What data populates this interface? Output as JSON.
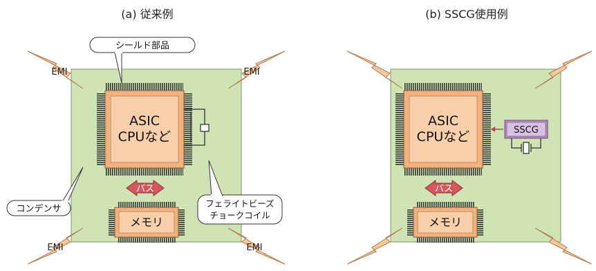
{
  "panel_a": {
    "title": "(a) 従来例",
    "shield_label": "シールド部品",
    "cpu_line1": "ASIC",
    "cpu_line2": "CPUなど",
    "bus_label": "バス",
    "memory_label": "メモリ",
    "capacitor_label": "コンデンサ",
    "ferrite_line1": "フェライトビーズ",
    "ferrite_line2": "チョークコイル",
    "emi_label": "EMI"
  },
  "panel_b": {
    "title": "(b) SSCG使用例",
    "cpu_line1": "ASIC",
    "cpu_line2": "CPUなど",
    "sscg_label": "SSCG",
    "bus_label": "バス",
    "memory_label": "メモリ"
  },
  "colors": {
    "board": "#cfe3b5",
    "chip_outer": "#f0b27f",
    "chip_inner": "#f7d0ab",
    "bus_arrow": "#d2585d",
    "emi_bolt": "#f6c99c",
    "sscg": "#b48cc0"
  }
}
